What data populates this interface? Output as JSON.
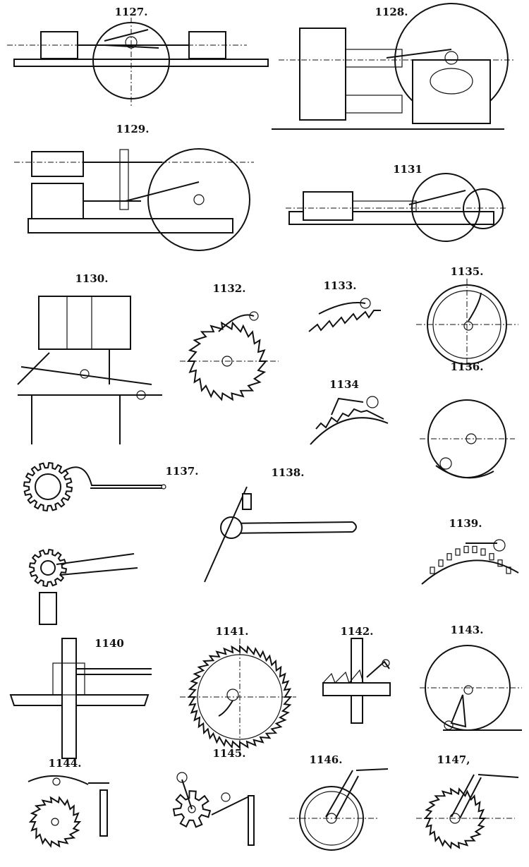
{
  "figures": {
    "f1127": "1127.",
    "f1128": "1128.",
    "f1129": "1129.",
    "f1130": "1130.",
    "f1131": "1131",
    "f1132": "1132.",
    "f1133": "1133.",
    "f1134": "1134",
    "f1135": "1135.",
    "f1136": "1136.",
    "f1137": "1137.",
    "f1138": "1138.",
    "f1139": "1139.",
    "f1140": "1140",
    "f1141": "1141.",
    "f1142": "1142.",
    "f1143": "1143.",
    "f1144": "1144.",
    "f1145": "1145.",
    "f1146": "1146.",
    "f1147": "1147,"
  }
}
